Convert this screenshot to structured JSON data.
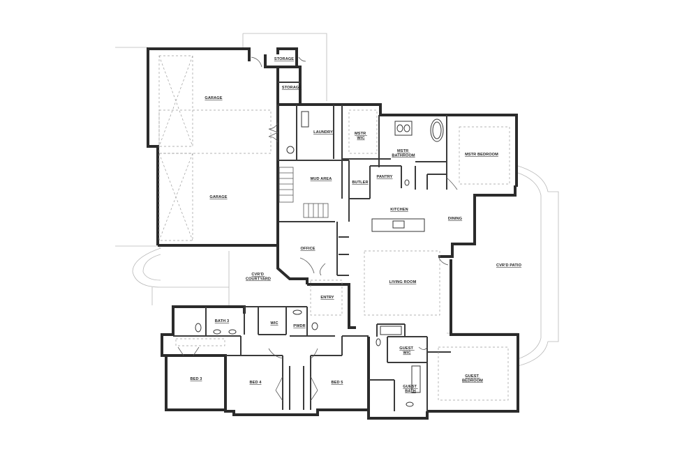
{
  "colors": {
    "wall": "#2b2b2b",
    "background": "#ffffff",
    "dashed": "#9a9a9a"
  },
  "rooms": {
    "storage_top": [
      "STORAGE"
    ],
    "storage": [
      "STORAGE"
    ],
    "garage_top": [
      "GARAGE"
    ],
    "garage_bottom": [
      "GARAGE"
    ],
    "laundry": [
      "LAUNDRY"
    ],
    "mstr_wic": [
      "MSTR",
      "WIC"
    ],
    "mstr_bathroom": [
      "MSTR",
      "BATHROOM"
    ],
    "mstr_bedroom": [
      "MSTR BEDROOM"
    ],
    "mud_area": [
      "MUD AREA"
    ],
    "butler": [
      "BUTLER"
    ],
    "pantry": [
      "PANTRY"
    ],
    "kitchen": [
      "KITCHEN"
    ],
    "dining": [
      "DINING"
    ],
    "office": [
      "OFFICE"
    ],
    "cvrd_courtyard": [
      "CVR'D",
      "COURTYARD"
    ],
    "living_room": [
      "LIVING ROOM"
    ],
    "cvrd_patio": [
      "CVR'D PATIO"
    ],
    "entry": [
      "ENTRY"
    ],
    "bath3": [
      "BATH 3"
    ],
    "wic": [
      "WIC"
    ],
    "pwdr": [
      "PWDR"
    ],
    "guest_wic": [
      "GUEST",
      "WIC"
    ],
    "guest_bedroom": [
      "GUEST",
      "BEDROOM"
    ],
    "guest_bath": [
      "GUEST",
      "BATH"
    ],
    "bed3": [
      "BED 3"
    ],
    "bed4": [
      "BED 4"
    ],
    "bed5": [
      "BED 5"
    ]
  }
}
